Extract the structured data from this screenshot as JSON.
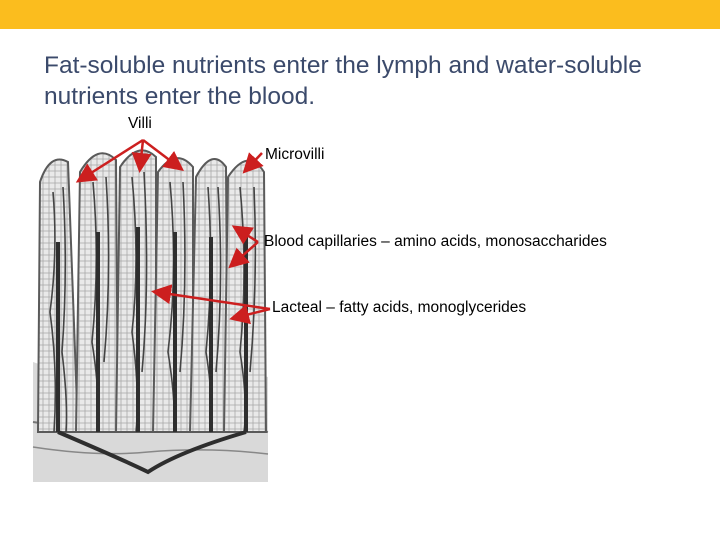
{
  "slide": {
    "title": "Fat-soluble nutrients enter the lymph and water-soluble nutrients enter the blood."
  },
  "labels": {
    "villi": "Villi",
    "microvilli": "Microvilli",
    "capillaries": "Blood capillaries – amino acids, monosaccharides",
    "lacteal": "Lacteal – fatty acids, monoglycerides"
  },
  "colors": {
    "accent_bar": "#fbbd1e",
    "title": "#3b4a6b",
    "arrow": "#cc1f1f"
  }
}
